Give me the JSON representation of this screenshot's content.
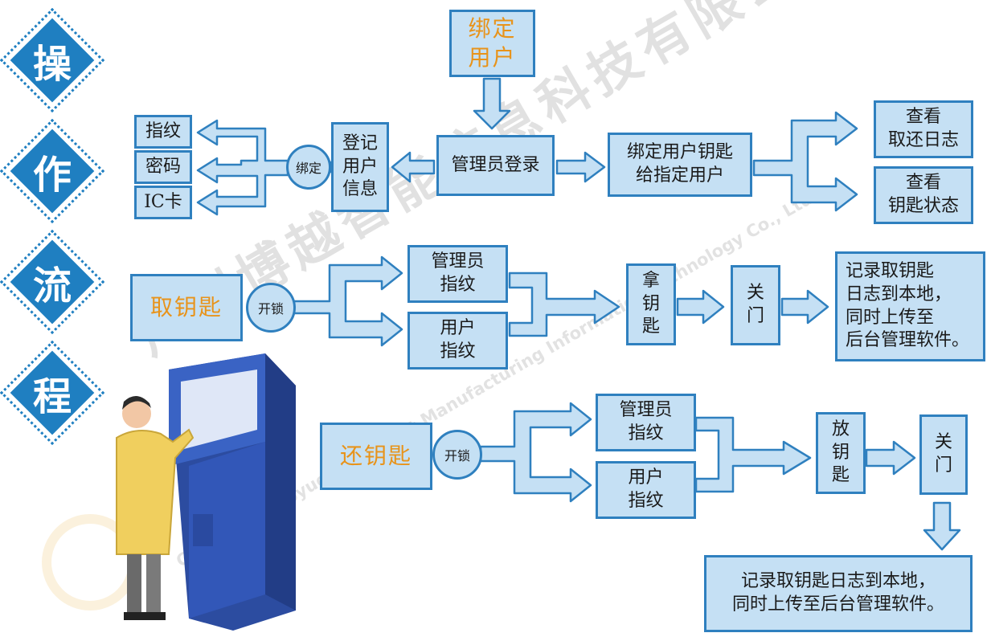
{
  "side_title": [
    "操",
    "作",
    "流",
    "程"
  ],
  "boxes": {
    "bind_user": "绑定\n用户",
    "fingerprint": "指纹",
    "password": "密码",
    "ic_card": "IC卡",
    "bind_circle": "绑定",
    "register_info": "登记\n用户\n信息",
    "admin_login": "管理员登录",
    "bind_key": "绑定用户钥匙\n给指定用户",
    "view_log": "查看\n取还日志",
    "view_status": "查看\n钥匙状态",
    "take_key": "取钥匙",
    "unlock1": "开锁",
    "admin_fp1": "管理员\n指纹",
    "user_fp1": "用户\n指纹",
    "grab_key": "拿\n钥\n匙",
    "close1": "关\n门",
    "record1": "记录取钥匙\n日志到本地，\n同时上传至\n后台管理软件。",
    "return_key": "还钥匙",
    "unlock2": "开锁",
    "admin_fp2": "管理员\n指纹",
    "user_fp2": "用户\n指纹",
    "put_key": "放\n钥\n匙",
    "close2": "关\n门",
    "record2": "记录取钥匙日志到本地，\n同时上传至后台管理软件。"
  },
  "watermark": {
    "company_cn": "广州博越智能信息科技有限公司",
    "company_en": "Guangzhou Boyue Intelligent Manufacturing Information Technology Co., Ltd"
  },
  "colors": {
    "accent": "#2f80bf",
    "fill": "#c5e0f4",
    "orange": "#e8931a",
    "title": "#1f7fc1"
  }
}
